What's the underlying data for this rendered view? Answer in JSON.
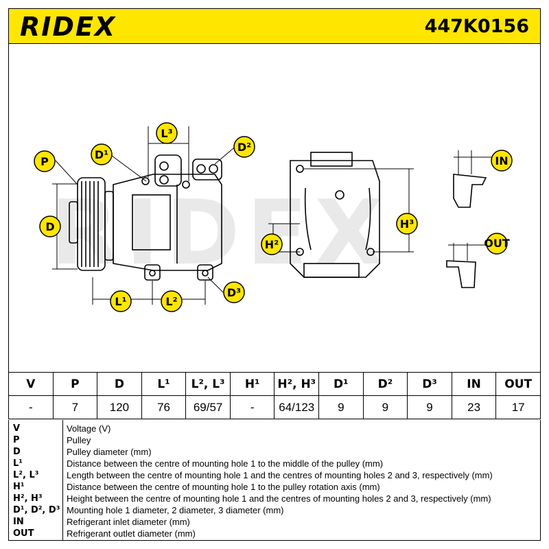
{
  "header": {
    "brand": "RIDEX",
    "part_number": "447K0156",
    "background_color": "#ffe600"
  },
  "drawing": {
    "callouts": {
      "P": "P",
      "D": "D",
      "D1": "D¹",
      "D2": "D²",
      "D3": "D³",
      "L1": "L¹",
      "L2": "L²",
      "L3": "L³",
      "H2": "H²",
      "H3": "H³",
      "IN": "IN",
      "OUT": "OUT"
    },
    "callout_color": "#ffe600",
    "watermark": "RIDEX"
  },
  "table": {
    "headers": [
      "V",
      "P",
      "D",
      "L¹",
      "L², L³",
      "H¹",
      "H², H³",
      "D¹",
      "D²",
      "D³",
      "IN",
      "OUT"
    ],
    "values": [
      "-",
      "7",
      "120",
      "76",
      "69/57",
      "-",
      "64/123",
      "9",
      "9",
      "9",
      "23",
      "17"
    ]
  },
  "legend": [
    {
      "key": "V",
      "desc": "Voltage (V)"
    },
    {
      "key": "P",
      "desc": "Pulley"
    },
    {
      "key": "D",
      "desc": "Pulley diameter (mm)"
    },
    {
      "key": "L¹",
      "desc": "Distance between the centre of mounting hole 1 to the middle of the pulley (mm)"
    },
    {
      "key": "L², L³",
      "desc": "Length between the centre of mounting hole 1 and the centres of mounting holes 2 and 3, respectively (mm)"
    },
    {
      "key": "H¹",
      "desc": "Distance between the centre of mounting hole 1 to the pulley rotation axis (mm)"
    },
    {
      "key": "H², H³",
      "desc": "Height between the centre of mounting hole 1 and the centres of mounting holes 2 and 3, respectively (mm)"
    },
    {
      "key": "D¹, D², D³",
      "desc": "Mounting hole 1 diameter, 2 diameter, 3 diameter (mm)"
    },
    {
      "key": "IN",
      "desc": "Refrigerant inlet diameter (mm)"
    },
    {
      "key": "OUT",
      "desc": "Refrigerant outlet diameter (mm)"
    }
  ]
}
